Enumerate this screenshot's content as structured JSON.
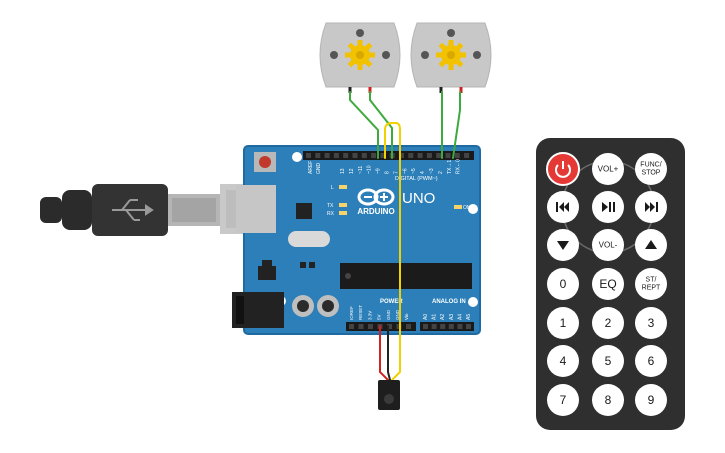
{
  "board": {
    "brand": "ARDUINO",
    "model": "UNO",
    "digital_label": "DIGITAL (PWM~)",
    "power_label": "POWER",
    "analog_label": "ANALOG IN",
    "on_label": "ON",
    "l_label": "L",
    "tx_label": "TX",
    "rx_label": "RX",
    "aref_label": "AREF",
    "gnd_label": "GND",
    "digital_pins": [
      "13",
      "12",
      "~11",
      "~10",
      "~9",
      "8",
      "7",
      "~6",
      "~5",
      "4",
      "~3",
      "2",
      "TX→1",
      "RX←0"
    ],
    "power_pins": [
      "IOREF",
      "RESET",
      "3.3V",
      "5V",
      "GND",
      "GND",
      "Vin"
    ],
    "analog_pins": [
      "A0",
      "A1",
      "A2",
      "A3",
      "A4",
      "A5"
    ]
  },
  "remote": {
    "buttons": [
      {
        "id": "power",
        "label": ""
      },
      {
        "id": "vol-up",
        "label": "VOL+"
      },
      {
        "id": "func-stop",
        "label": "FUNC/\nSTOP"
      },
      {
        "id": "prev",
        "label": ""
      },
      {
        "id": "play-pause",
        "label": ""
      },
      {
        "id": "next",
        "label": ""
      },
      {
        "id": "down",
        "label": ""
      },
      {
        "id": "vol-down",
        "label": "VOL-"
      },
      {
        "id": "up",
        "label": ""
      },
      {
        "id": "zero",
        "label": "0"
      },
      {
        "id": "eq",
        "label": "EQ"
      },
      {
        "id": "st-rept",
        "label": "ST/\nREPT"
      },
      {
        "id": "one",
        "label": "1"
      },
      {
        "id": "two",
        "label": "2"
      },
      {
        "id": "three",
        "label": "3"
      },
      {
        "id": "four",
        "label": "4"
      },
      {
        "id": "five",
        "label": "5"
      },
      {
        "id": "six",
        "label": "6"
      },
      {
        "id": "seven",
        "label": "7"
      },
      {
        "id": "eight",
        "label": "8"
      },
      {
        "id": "nine",
        "label": "9"
      }
    ]
  },
  "colors": {
    "board_blue": "#2c7fb8",
    "board_edge": "#1f6aa1",
    "remote_body": "#2f2f2f",
    "remote_button": "#3c3c3c",
    "power_button": "#e53935",
    "motor_gray": "#c8c8c8",
    "gear_yellow": "#f2c200",
    "wire_green": "#3caa3c",
    "wire_yellow": "#f0d200",
    "wire_red": "#d32020",
    "wire_black": "#222222"
  }
}
